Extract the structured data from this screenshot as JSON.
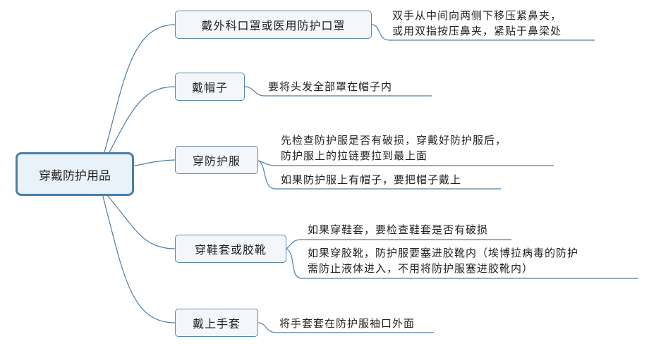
{
  "root": {
    "label": "穿戴防护用品"
  },
  "branches": [
    {
      "label": "戴外科口罩或医用防护口罩",
      "leaves": [
        [
          "双手从中间向两侧下移压紧鼻夹，",
          "或用双指按压鼻夹，紧贴于鼻梁处"
        ]
      ]
    },
    {
      "label": "戴帽子",
      "leaves": [
        [
          "要将头发全部罩在帽子内"
        ]
      ]
    },
    {
      "label": "穿防护服",
      "leaves": [
        [
          "先检查防护服是否有破损，穿戴好防护服后，",
          "防护服上的拉链要拉到最上面"
        ],
        [
          "如果防护服上有帽子，要把帽子戴上"
        ]
      ]
    },
    {
      "label": "穿鞋套或胶靴",
      "leaves": [
        [
          "如果穿鞋套，要检查鞋套是否有破损"
        ],
        [
          "如果穿胶靴，防护服要塞进胶靴内（埃博拉病毒的防护",
          "需防止液体进入，不用将防护服塞进胶靴内）"
        ]
      ]
    },
    {
      "label": "戴上手套",
      "leaves": [
        [
          "将手套套在防护服袖口外面"
        ]
      ]
    }
  ],
  "colors": {
    "line": "#4f7fa5",
    "root_border": "#4a7fa8",
    "node_fill": "#f3f7fb"
  }
}
